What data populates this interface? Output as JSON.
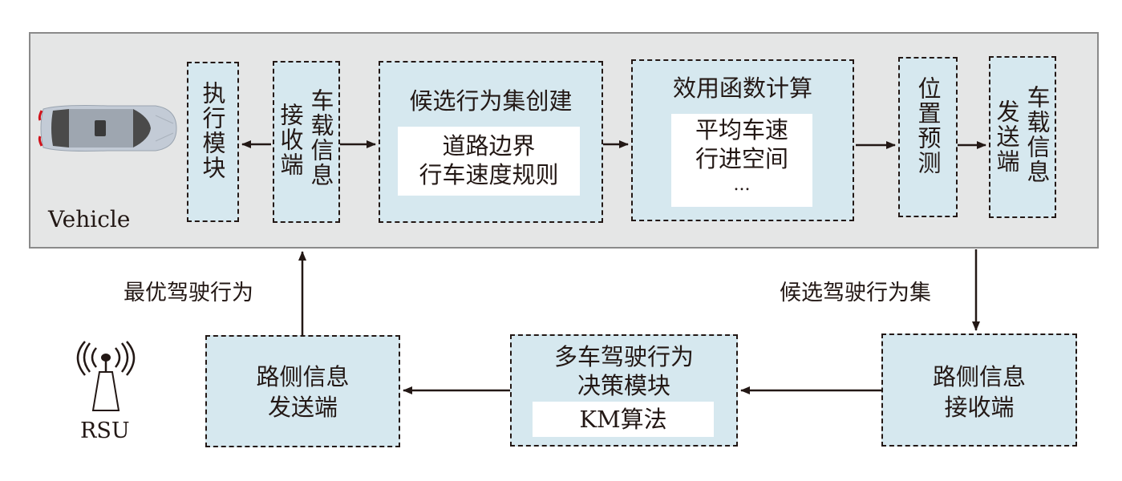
{
  "vehicle_panel": {
    "label": "Vehicle"
  },
  "boxes": {
    "execution_module": {
      "label": "执行模块"
    },
    "onboard_receiver": {
      "line1": "车载信息",
      "line2": "接收端"
    },
    "candidate_creation": {
      "title": "候选行为集创建",
      "items": [
        "道路边界",
        "行车速度规则"
      ]
    },
    "utility_calc": {
      "title": "效用函数计算",
      "items": [
        "平均车速",
        "行进空间",
        "..."
      ]
    },
    "position_prediction": {
      "label": "位置预测"
    },
    "onboard_sender": {
      "line1": "车载信息",
      "line2": "发送端"
    },
    "roadside_sender": {
      "line1": "路侧信息",
      "line2": "发送端"
    },
    "decision_module": {
      "line1": "多车驾驶行为",
      "line2": "决策模块",
      "algorithm": "KM算法"
    },
    "roadside_receiver": {
      "line1": "路侧信息",
      "line2": "接收端"
    }
  },
  "arrow_labels": {
    "optimal_behavior": "最优驾驶行为",
    "candidate_set": "候选驾驶行为集"
  },
  "rsu": {
    "label": "RSU",
    "icon": "antenna-tower-icon"
  },
  "car": {
    "icon": "car-top-view-icon"
  }
}
